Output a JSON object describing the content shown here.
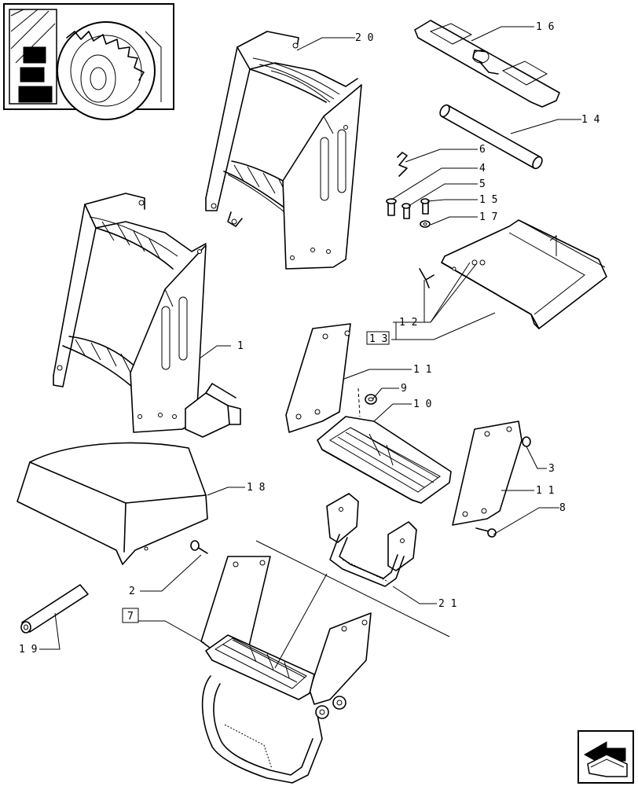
{
  "callouts": [
    {
      "id": "20",
      "label": "2 0"
    },
    {
      "id": "16",
      "label": "1 6"
    },
    {
      "id": "14",
      "label": "1 4"
    },
    {
      "id": "6",
      "label": "6"
    },
    {
      "id": "4",
      "label": "4"
    },
    {
      "id": "5",
      "label": "5"
    },
    {
      "id": "15",
      "label": "1 5"
    },
    {
      "id": "17",
      "label": "1 7"
    },
    {
      "id": "12",
      "label": "1 2"
    },
    {
      "id": "13",
      "label": "1 3"
    },
    {
      "id": "1",
      "label": "1"
    },
    {
      "id": "11a",
      "label": "1 1"
    },
    {
      "id": "9",
      "label": "9"
    },
    {
      "id": "10",
      "label": "1 0"
    },
    {
      "id": "18",
      "label": "1 8"
    },
    {
      "id": "3",
      "label": "3"
    },
    {
      "id": "11b",
      "label": "1 1"
    },
    {
      "id": "8",
      "label": "8"
    },
    {
      "id": "2",
      "label": "2"
    },
    {
      "id": "21",
      "label": "2 1"
    },
    {
      "id": "7",
      "label": "7"
    },
    {
      "id": "19",
      "label": "1 9"
    }
  ],
  "icons": {
    "thumbnail": "tractor-rear-wheel-thumbnail",
    "navigation": "next-page-arrow-icon"
  }
}
